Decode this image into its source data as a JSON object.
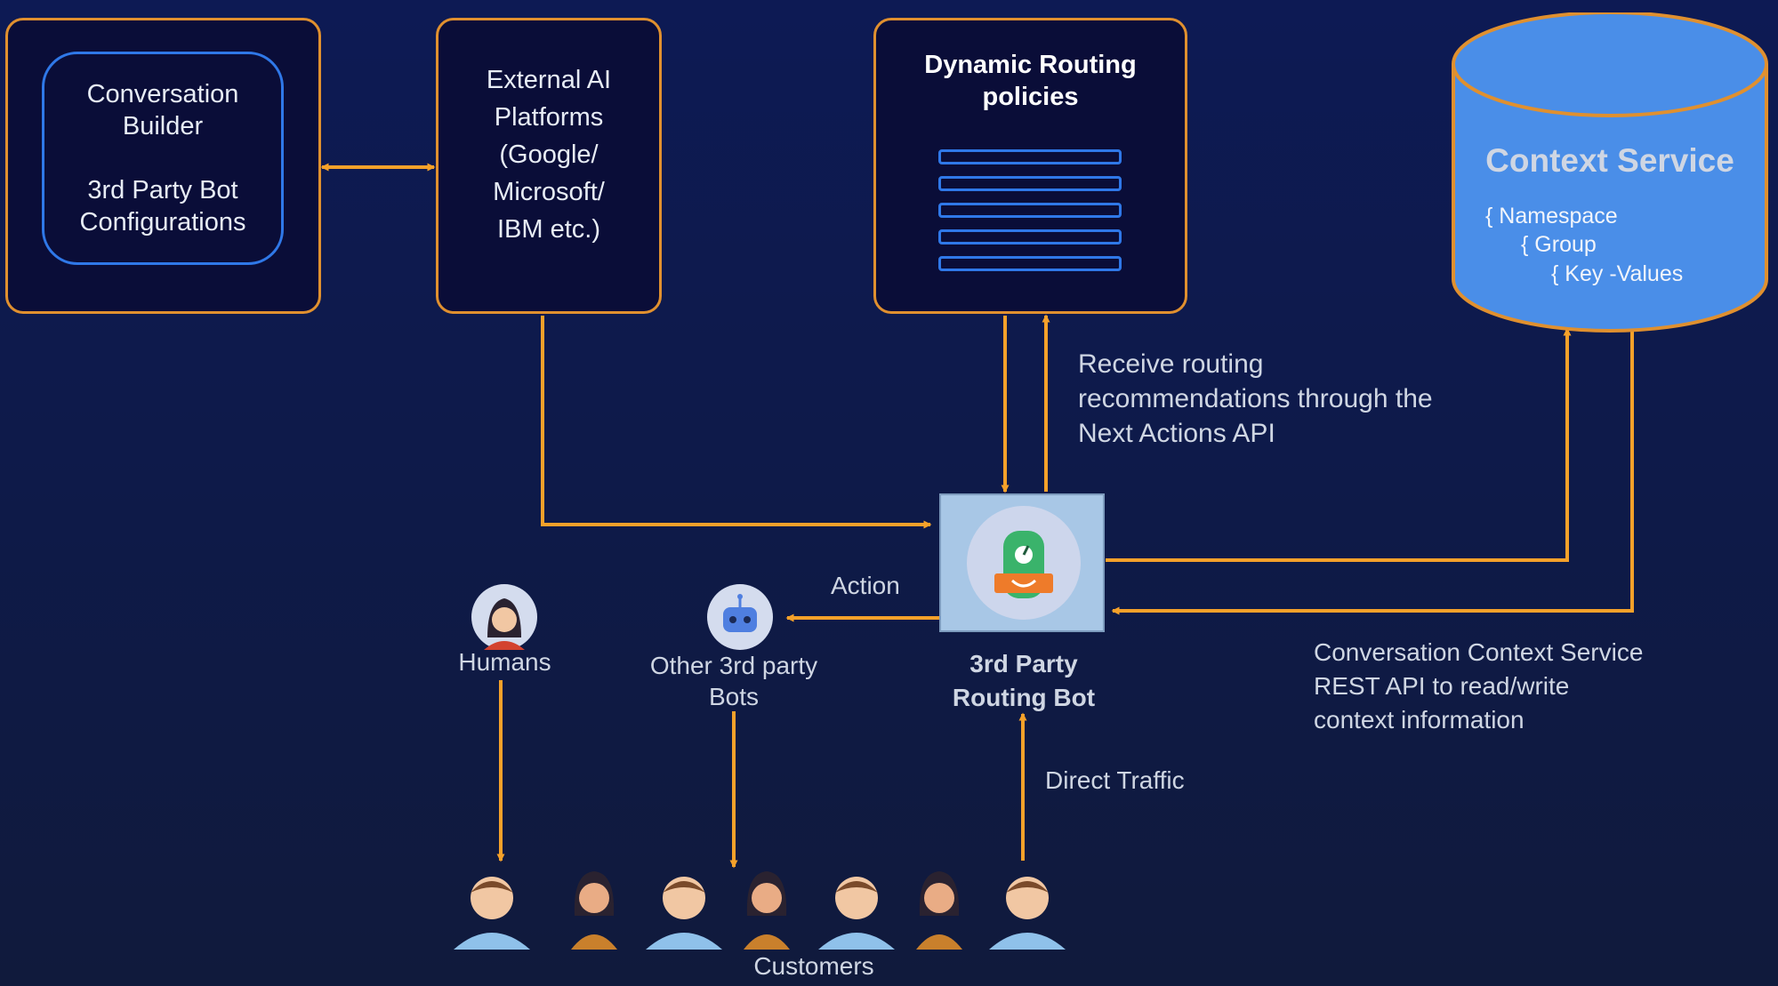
{
  "conversation_builder": {
    "lines": "Conversation\nBuilder\n\n3rd Party Bot\nConfigurations"
  },
  "external_ai": {
    "lines": "External AI\nPlatforms\n(Google/\nMicrosoft/\nIBM etc.)"
  },
  "routing_policies": {
    "title": "Dynamic Routing\npolicies",
    "policy_bar_count": 5
  },
  "context_service": {
    "title": "Context Service",
    "namespace": "{ Namespace",
    "group": "{ Group",
    "key_values": "{ Key -Values"
  },
  "routing_bot": {
    "label": "3rd Party\nRouting Bot"
  },
  "labels": {
    "next_actions": "Receive routing\nrecommendations through the\nNext Actions API",
    "context_api": "Conversation Context Service\nREST API to read/write\ncontext information",
    "action": "Action",
    "direct_traffic": "Direct Traffic",
    "humans": "Humans",
    "other_bots": "Other 3rd party\nBots",
    "customers": "Customers"
  },
  "colors": {
    "arrow": "#f5a12a",
    "box_border": "#e0902f",
    "accent_blue": "#2f78e8",
    "cylinder": "#4a8ee8"
  }
}
